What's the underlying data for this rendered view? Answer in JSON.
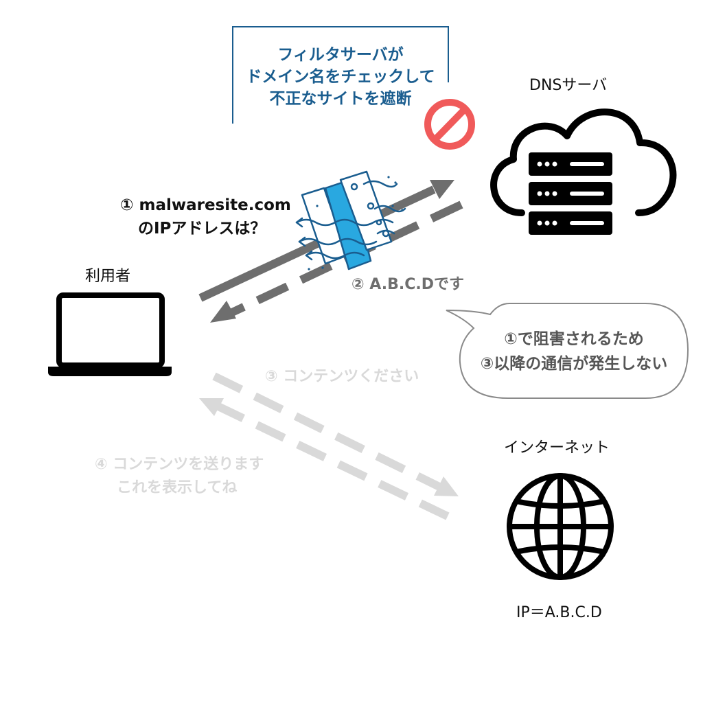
{
  "filter_note": {
    "lines": [
      "フィルタサーバが",
      "ドメイン名をチェックして",
      "不正なサイトを遮断"
    ]
  },
  "nodes": {
    "dns_server": "DNSサーバ",
    "user": "利用者",
    "internet": "インターネット",
    "internet_ip": "IP＝A.B.C.D"
  },
  "steps": {
    "step1": [
      "① malwaresite.com",
      "のIPアドレスは？"
    ],
    "step2": "② A.B.C.Dです",
    "step3": "③ コンテンツください",
    "step4": [
      "④ コンテンツを送ります",
      "これを表示してね"
    ]
  },
  "callout": {
    "lines": [
      "①で阻害されるため",
      "③以降の通信が発生しない"
    ]
  },
  "colors": {
    "filter_blue": "#1a5d8f",
    "filter_fill": "#29a8e0",
    "block_red": "#f05a5a",
    "arrow_dark": "#6e6e6e",
    "arrow_light": "#d9d9d9"
  }
}
